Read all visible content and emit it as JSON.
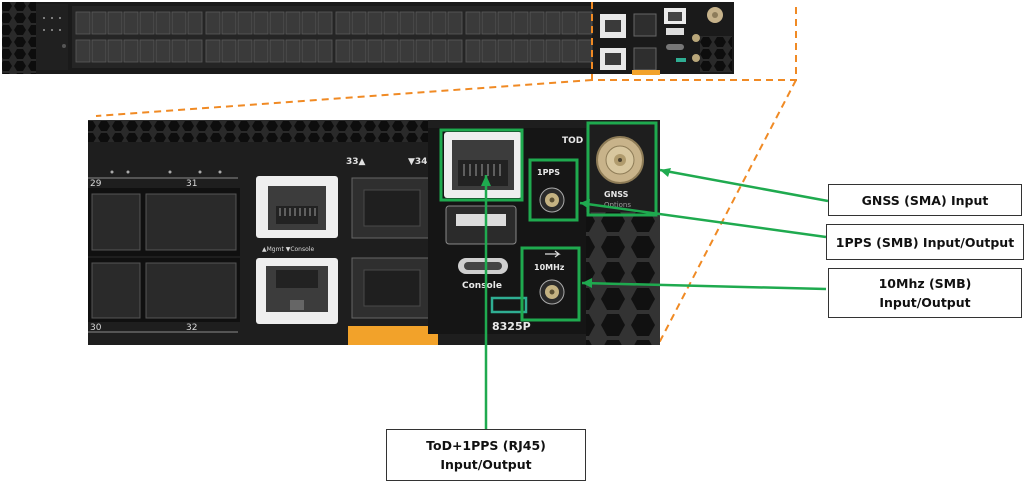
{
  "labels": {
    "ports_33_34": "33▲ ▼34",
    "port_33": "33▲",
    "port_34": "▼34",
    "mgmt_console": "▲Mgmt ▼Console",
    "port_29": "29",
    "port_31": "31",
    "port_30": "30",
    "port_32": "32",
    "tod": "TOD",
    "pps": "1PPS",
    "mhz": "10MHz",
    "console": "Console",
    "model": "8325P",
    "gnss": "GNSS",
    "gnss_sub": "Options"
  },
  "callouts": {
    "gnss": "GNSS (SMA) Input",
    "pps_line1": "1PPS (SMB) Input/Output",
    "mhz_line1": "10Mhz (SMB)",
    "mhz_line2": "Input/Output",
    "tod_line1": "ToD+1PPS (RJ45)",
    "tod_line2": "Input/Output"
  },
  "colors": {
    "highlight": "#1faa4f",
    "zoom_outline": "#f08a24",
    "chassis": "#1c1c1c",
    "accent_orange": "#f2a22a"
  }
}
